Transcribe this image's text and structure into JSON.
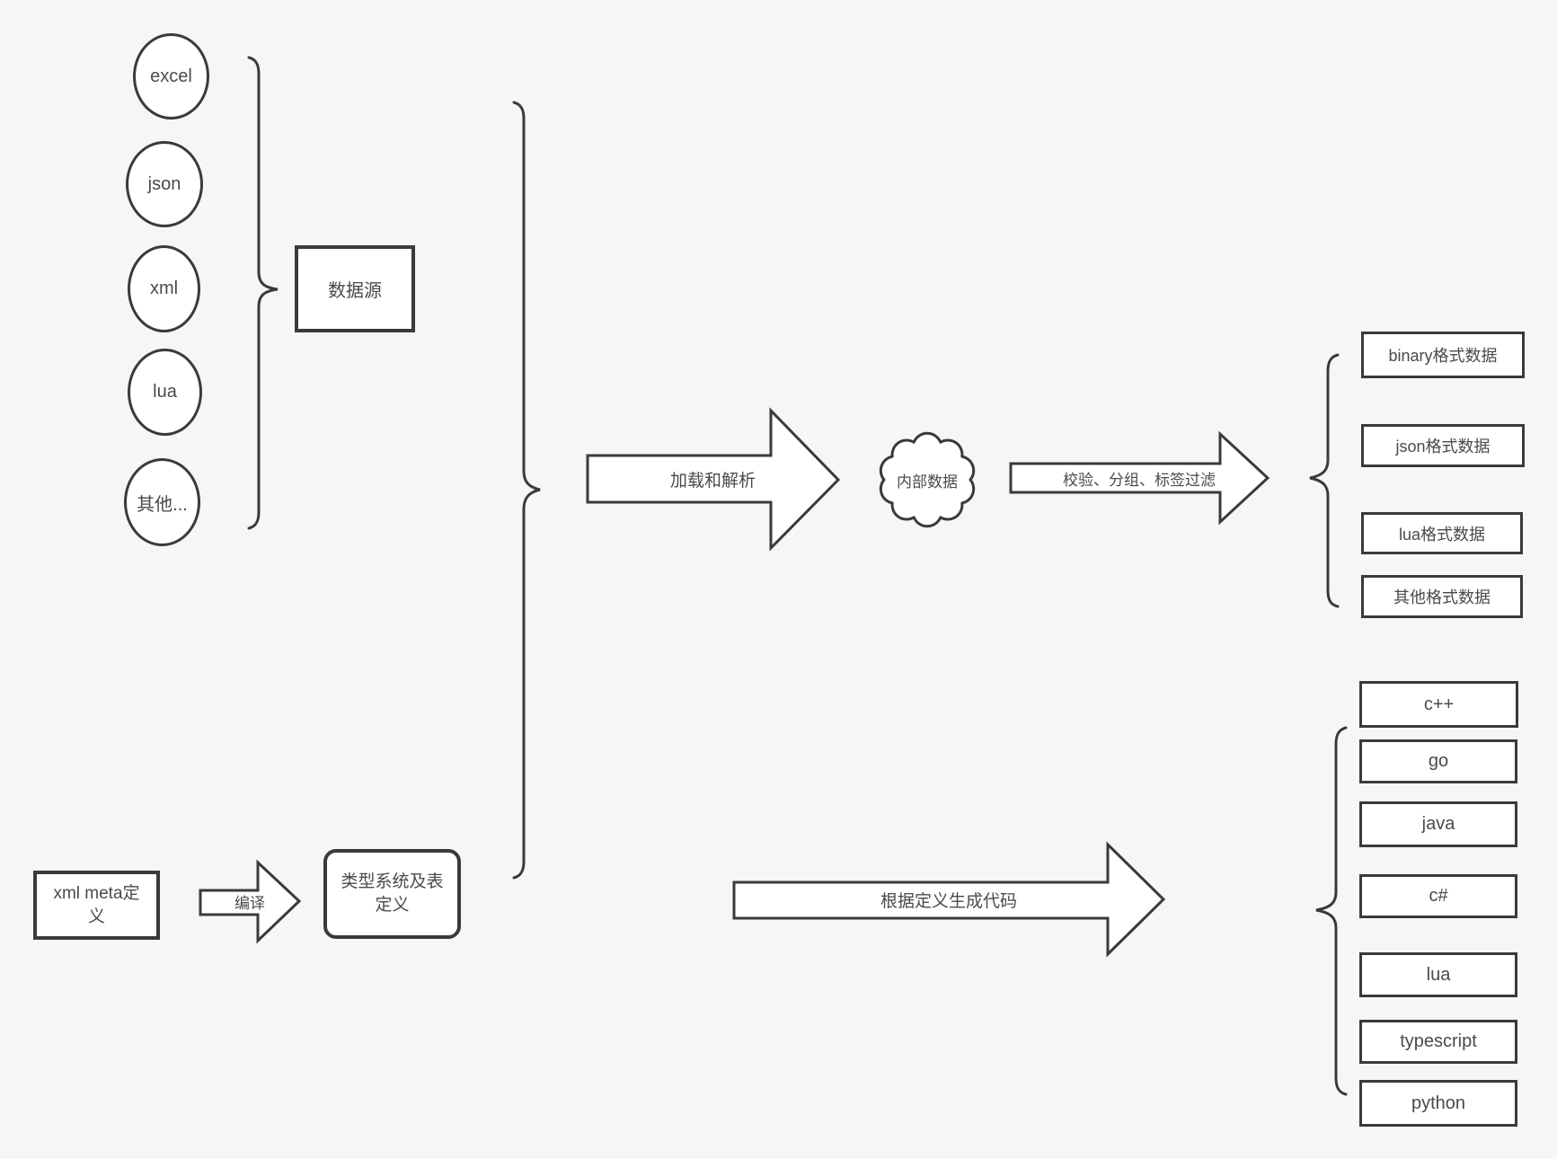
{
  "colors": {
    "background": "#f6f6f6",
    "stroke": "#3a3a3a",
    "shape_fill": "#ffffff",
    "text": "#4a4a4a"
  },
  "sources": {
    "items": [
      {
        "label": "excel"
      },
      {
        "label": "json"
      },
      {
        "label": "xml"
      },
      {
        "label": "lua"
      },
      {
        "label": "其他..."
      }
    ]
  },
  "data_source_box": {
    "label": "数据源"
  },
  "internal_data": {
    "label": "内部数据"
  },
  "arrows": {
    "load": {
      "label": "加载和解析"
    },
    "filter": {
      "label": "校验、分组、标签过滤"
    },
    "compile": {
      "label": "编译"
    },
    "codegen": {
      "label": "根据定义生成代码"
    }
  },
  "outputs": {
    "items": [
      {
        "label": "binary格式数据"
      },
      {
        "label": "json格式数据"
      },
      {
        "label": "lua格式数据"
      },
      {
        "label": "其他格式数据"
      }
    ]
  },
  "meta": {
    "xml_meta_box": {
      "label": "xml meta定义"
    },
    "type_system_box": {
      "label": "类型系统及表定义"
    }
  },
  "languages": {
    "items": [
      {
        "label": "c++"
      },
      {
        "label": "go"
      },
      {
        "label": "java"
      },
      {
        "label": "c#"
      },
      {
        "label": "lua"
      },
      {
        "label": "typescript"
      },
      {
        "label": "python"
      }
    ]
  }
}
